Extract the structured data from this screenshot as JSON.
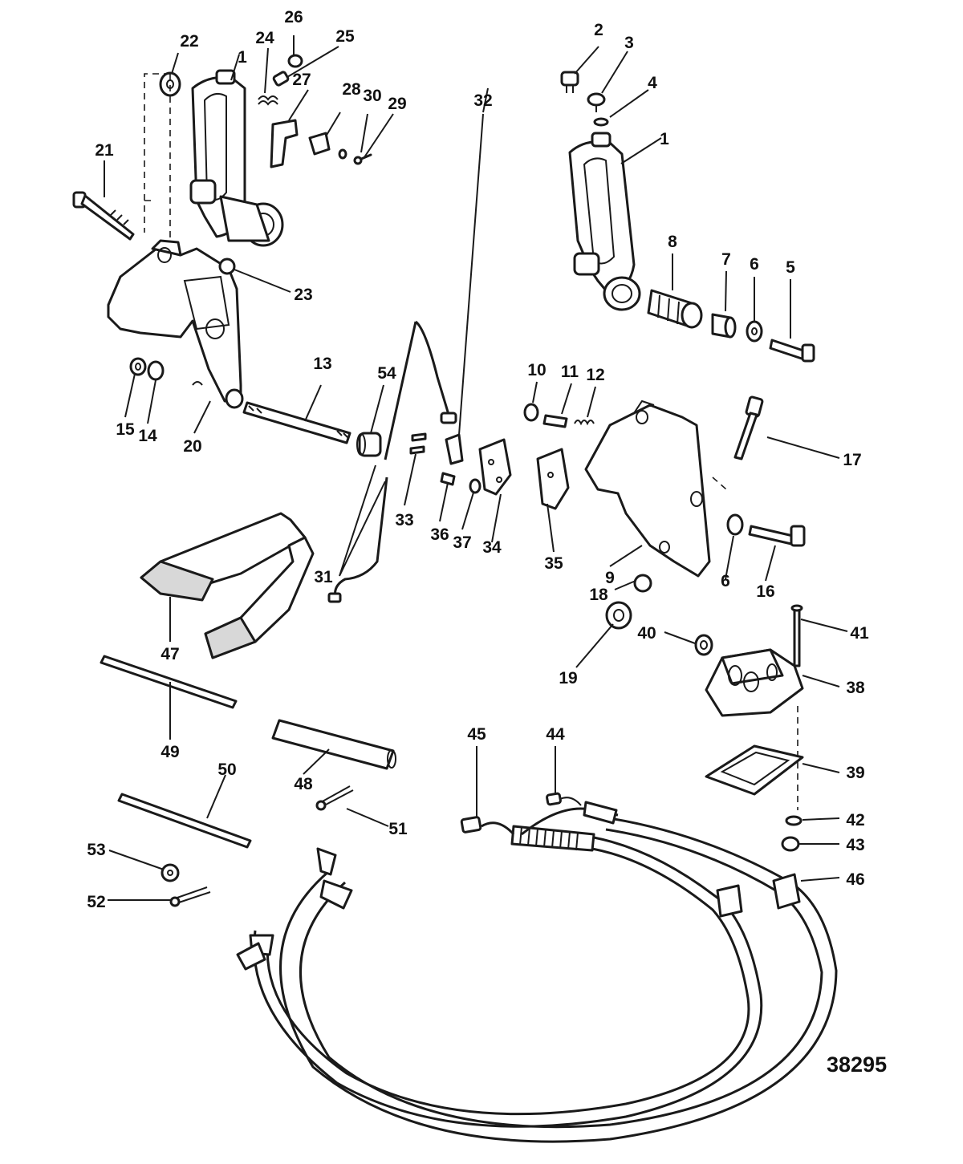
{
  "callouts": {
    "n1": "1",
    "n2": "2",
    "n3": "3",
    "n4": "4",
    "n5": "5",
    "n6": "6",
    "n7": "7",
    "n8": "8",
    "n9": "9",
    "n10": "10",
    "n11": "11",
    "n12": "12",
    "n13": "13",
    "n14": "14",
    "n15": "15",
    "n16": "16",
    "n17": "17",
    "n18": "18",
    "n19": "19",
    "n20": "20",
    "n21": "21",
    "n22": "22",
    "n23": "23",
    "n24": "24",
    "n25": "25",
    "n26": "26",
    "n27": "27",
    "n28": "28",
    "n29": "29",
    "n30": "30",
    "n31": "31",
    "n32": "32",
    "n33": "33",
    "n34": "34",
    "n35": "35",
    "n36": "36",
    "n37": "37",
    "n38": "38",
    "n39": "39",
    "n40": "40",
    "n41": "41",
    "n42": "42",
    "n43": "43",
    "n44": "44",
    "n45": "45",
    "n46": "46",
    "n47": "47",
    "n48": "48",
    "n49": "49",
    "n50": "50",
    "n51": "51",
    "n52": "52",
    "n53": "53",
    "n54": "54"
  },
  "figure_number": "38295"
}
